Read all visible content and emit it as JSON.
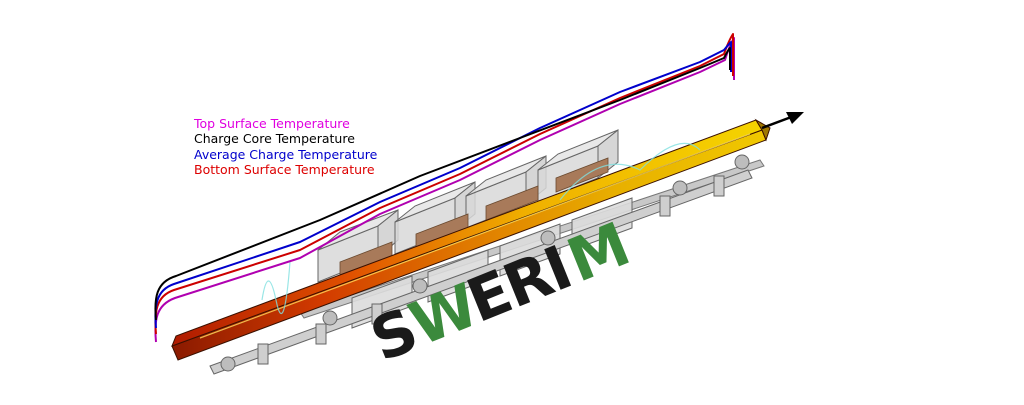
{
  "legend": {
    "items": [
      {
        "key": "top",
        "label": "Top Surface Temperature",
        "color": "#e000e0"
      },
      {
        "key": "core",
        "label": "Charge Core Temperature",
        "color": "#000000"
      },
      {
        "key": "avg",
        "label": "Average Charge Temperature",
        "color": "#0000cc"
      },
      {
        "key": "bottom",
        "label": "Bottom Surface Temperature",
        "color": "#dd0000"
      }
    ]
  },
  "brand": {
    "logo_text": "SWERIM",
    "colors": {
      "dark": "#1a1a1a",
      "green": "#3b8a3c"
    }
  },
  "colors": {
    "top": "#b000b0",
    "core": "#000000",
    "avg": "#0000cc",
    "bottom": "#cc0000",
    "hot_charge": "#cc2a00",
    "warm_charge": "#e6a800",
    "housing": "#d6d6d6",
    "brick": "#a87a5a"
  }
}
